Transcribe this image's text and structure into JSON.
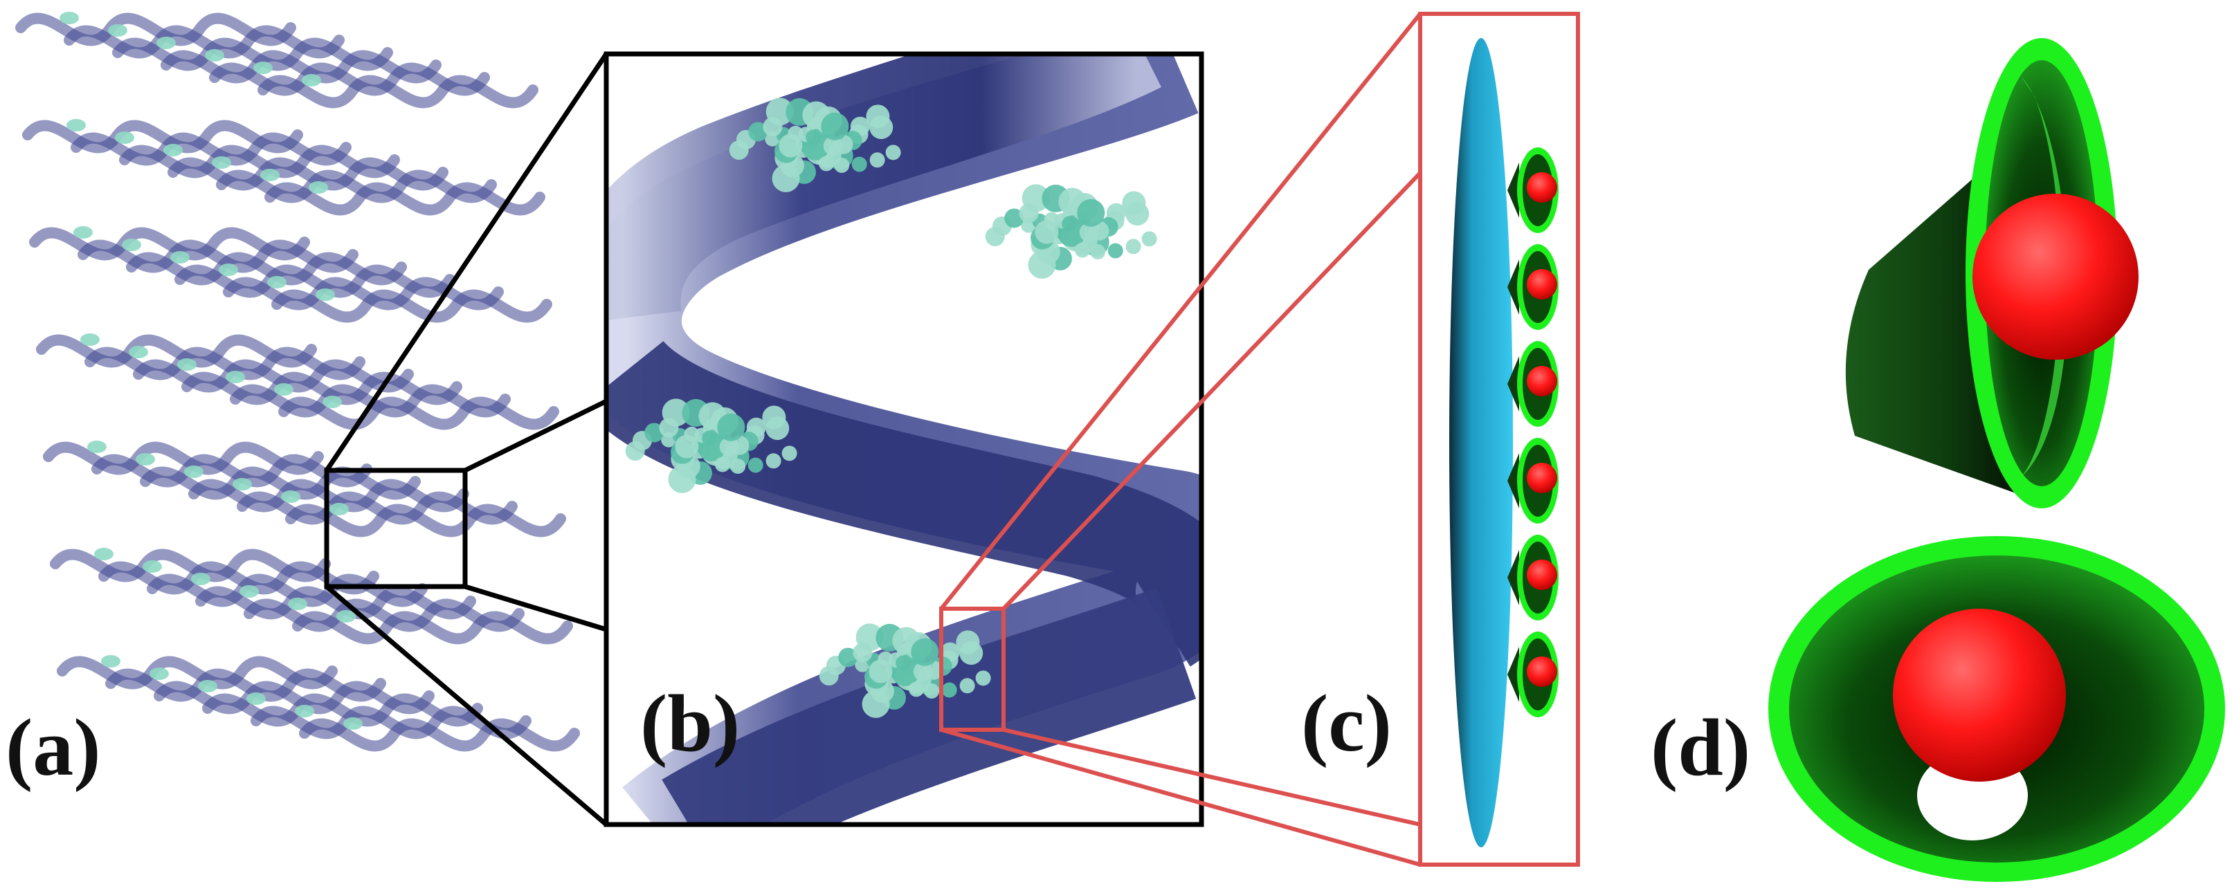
{
  "figure": {
    "panels": [
      {
        "id": "a",
        "label": "(a)"
      },
      {
        "id": "b",
        "label": "(b)"
      },
      {
        "id": "c",
        "label": "(c)"
      },
      {
        "id": "d",
        "label": "(d)"
      }
    ]
  },
  "colors": {
    "helix": "#2e3578",
    "protein": "#8fd8c4",
    "ellipsoid": "#29b8e0",
    "cone_rim": "#1ef01e",
    "cone_inner": "#0a5a0a",
    "sphere": "#ff1414",
    "zoom_frame_b": "#000000",
    "zoom_frame_c": "#dc5050"
  },
  "icons": [
    "helix-array",
    "single-helix",
    "protein-cluster",
    "ellipsoid-patch",
    "cone-sphere-particle"
  ]
}
